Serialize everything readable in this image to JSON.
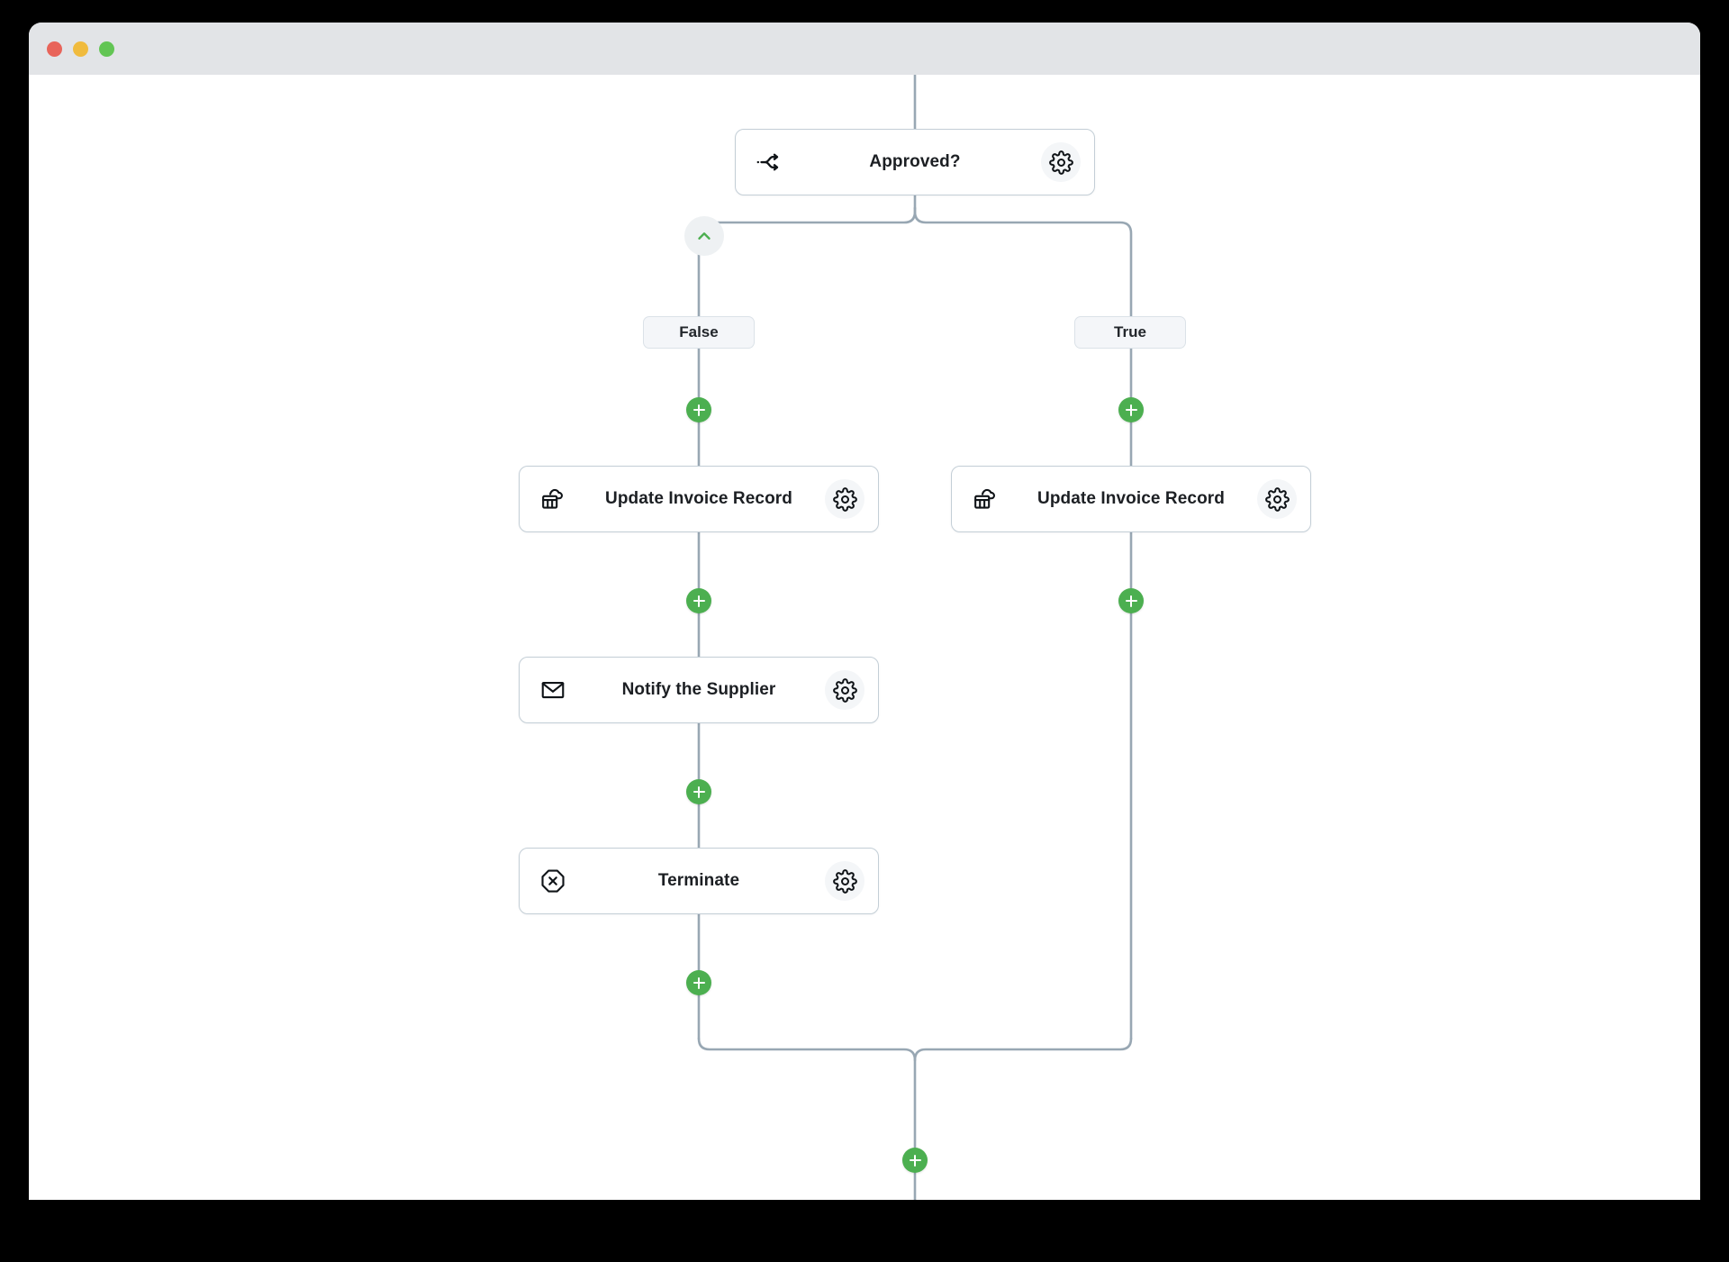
{
  "window": {
    "traffic_lights": [
      {
        "name": "close",
        "color": "#e8645a"
      },
      {
        "name": "minimize",
        "color": "#f0bb3e"
      },
      {
        "name": "maximize",
        "color": "#62c554"
      }
    ]
  },
  "theme": {
    "canvas_bg": "#ffffff",
    "titlebar_bg": "#e2e4e7",
    "edge_color": "#98a7b3",
    "node_border": "#c3ced6",
    "accent_green": "#4caf50",
    "chevron_green": "#4caf50",
    "stop_red": "#d9503c",
    "label_bg": "#f4f6f9",
    "gear_bg": "#f4f6f8"
  },
  "flow": {
    "collapse_button": {
      "icon": "chevron-up-icon"
    },
    "decision": {
      "label": "Approved?",
      "icon": "branch-fork-icon",
      "gear": "gear-icon"
    },
    "branches": [
      {
        "label": "False",
        "side": "left"
      },
      {
        "label": "True",
        "side": "right"
      }
    ],
    "nodes": {
      "update_false": {
        "label": "Update Invoice Record",
        "icon": "cloud-table-icon",
        "gear": "gear-icon"
      },
      "update_true": {
        "label": "Update Invoice Record",
        "icon": "cloud-table-icon",
        "gear": "gear-icon"
      },
      "notify": {
        "label": "Notify the Supplier",
        "icon": "envelope-icon",
        "gear": "gear-icon"
      },
      "terminate": {
        "label": "Terminate",
        "icon": "octagon-x-icon",
        "gear": "gear-icon"
      }
    },
    "add_buttons": [
      {
        "id": "plus-false-1",
        "icon": "plus-icon"
      },
      {
        "id": "plus-false-2",
        "icon": "plus-icon"
      },
      {
        "id": "plus-false-3",
        "icon": "plus-icon"
      },
      {
        "id": "plus-false-4",
        "icon": "plus-icon"
      },
      {
        "id": "plus-true-1",
        "icon": "plus-icon"
      },
      {
        "id": "plus-true-2",
        "icon": "plus-icon"
      },
      {
        "id": "plus-end",
        "icon": "plus-icon"
      }
    ],
    "end_node": {
      "icon": "stop-square-icon"
    }
  }
}
